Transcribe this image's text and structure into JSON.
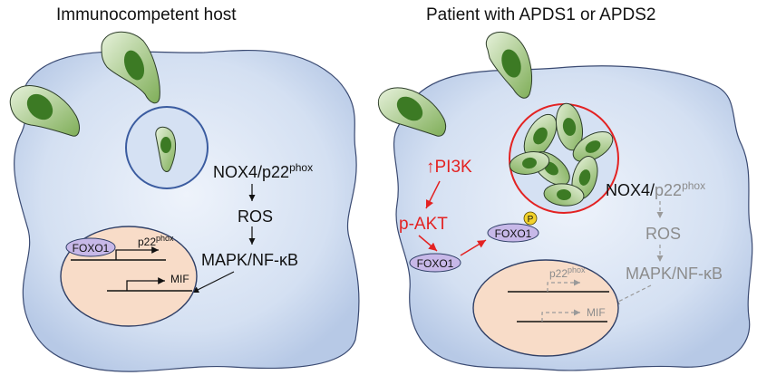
{
  "left_panel": {
    "title": "Immunocompetent host",
    "nox": "NOX4/p22",
    "phox": "phox",
    "ros": "ROS",
    "mapk": "MAPK/NF-κB",
    "foxo1": "FOXO1",
    "p22": "p22",
    "p22_sup": "phox",
    "mif": "MIF"
  },
  "right_panel": {
    "title": "Patient with APDS1 or APDS2",
    "pi3k_arrow": "↑",
    "pi3k": "PI3K",
    "pakt": "p-AKT",
    "foxo1_nuclear": "FOXO1",
    "foxo1_cyto": "FOXO1",
    "phospho": "P",
    "nox": "NOX4/",
    "nox_p22": "p22",
    "phox": "phox",
    "ros": "ROS",
    "mapk": "MAPK/NF-κB",
    "p22": "p22",
    "p22_sup": "phox",
    "mif": "MIF"
  },
  "colors": {
    "cell_fill": "#c9d8ef",
    "cell_stroke": "#2f3f66",
    "nucleus_fill": "#f8dcc8",
    "parasite_fill": "#b9d79a",
    "parasite_nucleus": "#3c7a24",
    "activated": "#e32222",
    "inactive": "#8c8c8c",
    "foxo_fill": "#c7b8e8",
    "phospho_fill": "#f2d22b"
  }
}
